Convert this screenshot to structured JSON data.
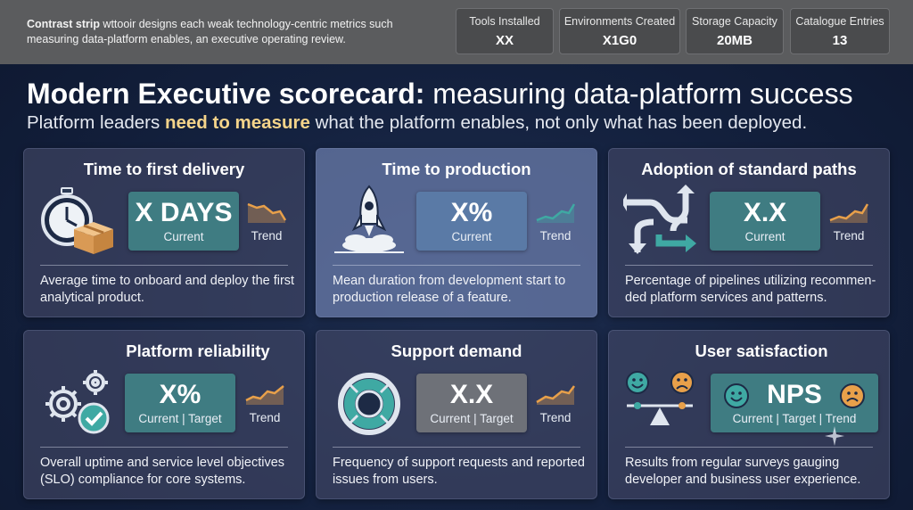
{
  "strip": {
    "bold_label": "Contrast strip",
    "text": " wttooir designs each weak technology-centric metrics such measuring data-platform enables,  an executive operating review.",
    "kpis": [
      {
        "label": "Tools Installed",
        "value": "XX"
      },
      {
        "label": "Environments Created",
        "value": "X1G0"
      },
      {
        "label": "Storage Capacity",
        "value": "20MB"
      },
      {
        "label": "Catalogue Entries",
        "value": "13"
      }
    ]
  },
  "header": {
    "title_bold": "Modern Executive scorecard:",
    "title_rest": " measuring data-platform success",
    "subtitle_pre": "Platform leaders ",
    "subtitle_highlight": "need to measure",
    "subtitle_post": " what the platform enables, not only what has been deployed."
  },
  "cards": [
    {
      "title": "Time to first delivery",
      "icon": "stopwatch-box-icon",
      "value": "X DAYS",
      "value_label": "Current",
      "trend_label": "Trend",
      "trend_direction": "down",
      "description": "Average time to onboard and deploy the first analytical product."
    },
    {
      "title": "Time to production",
      "icon": "rocket-icon",
      "value": "X%",
      "value_label": "Current",
      "trend_label": "Trend",
      "trend_direction": "up",
      "description": "Mean duration from development start to production release of a feature."
    },
    {
      "title": "Adoption of standard paths",
      "icon": "merging-arrows-icon",
      "value": "X.X",
      "value_label": "Current",
      "trend_label": "Trend",
      "trend_direction": "up",
      "description": "Percentage of pipelines utilizing recommen-ded platform services and patterns."
    },
    {
      "title": "Platform reliability",
      "icon": "gears-check-icon",
      "value": "X%",
      "value_label": "Current | Target",
      "trend_label": "Trend",
      "trend_direction": "up",
      "description": "Overall uptime and service level objectives (SLO) compliance for core systems."
    },
    {
      "title": "Support demand",
      "icon": "lifebuoy-icon",
      "value": "X.X",
      "value_label": "Current | Target",
      "trend_label": "Trend",
      "trend_direction": "up",
      "description": "Frequency of support requests and reported issues from users."
    },
    {
      "title": "User satisfaction",
      "icon": "happy-sad-scale-icon",
      "value": "NPS",
      "value_label": "Current | Target | Trend",
      "description": "Results from regular surveys gauging developer and business user experience."
    }
  ],
  "colors": {
    "background": "#13203d",
    "strip": "#5b5c5e",
    "highlight": "#f5d48a",
    "trend_orange": "#e8a04a",
    "trend_teal": "#3fa9a3",
    "tile_teal": "#3f7c82",
    "tile_slate": "#5a7aa6",
    "tile_gray": "#6e7178"
  }
}
